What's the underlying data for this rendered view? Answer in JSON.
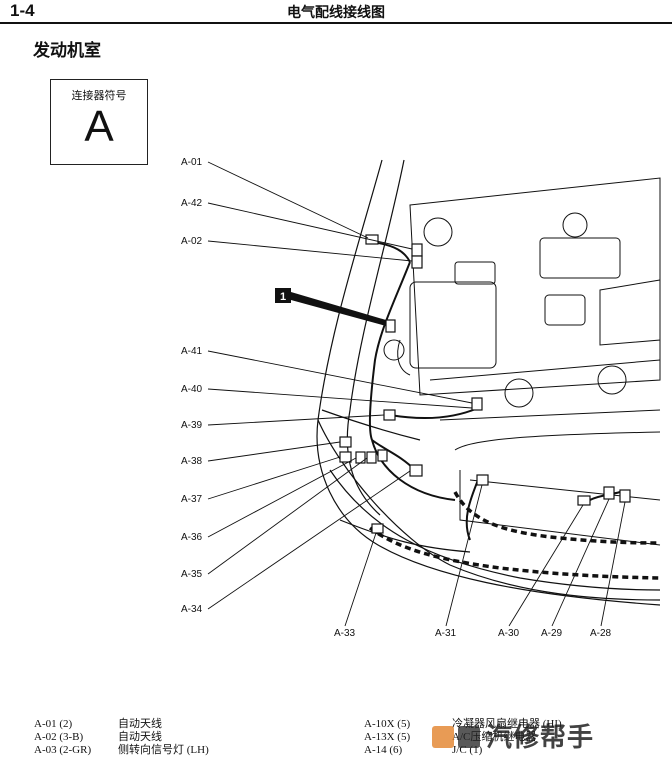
{
  "header": {
    "page_number": "1-4",
    "title": "电气配线接线图"
  },
  "section_title": "发动机室",
  "connector_box": {
    "label": "连接器符号",
    "letter": "A"
  },
  "callout": "1",
  "labels": [
    "A-01",
    "A-42",
    "A-02",
    "A-41",
    "A-40",
    "A-39",
    "A-38",
    "A-37",
    "A-36",
    "A-35",
    "A-34",
    "A-33",
    "A-31",
    "A-30",
    "A-29",
    "A-28"
  ],
  "legend_left": [
    {
      "code": "A-01 (2)",
      "desc": "自动天线"
    },
    {
      "code": "A-02 (3-B)",
      "desc": "自动天线"
    },
    {
      "code": "A-03 (2-GR)",
      "desc": "侧转向信号灯 (LH)"
    }
  ],
  "legend_right": [
    {
      "code": "A-10X (5)",
      "desc": "冷凝器风扇继电器 (HI)"
    },
    {
      "code": "A-13X (5)",
      "desc": "A/C压缩机继电器"
    },
    {
      "code": "A-14 (6)",
      "desc": "J/C (1)"
    }
  ],
  "watermark": "汽修帮手"
}
